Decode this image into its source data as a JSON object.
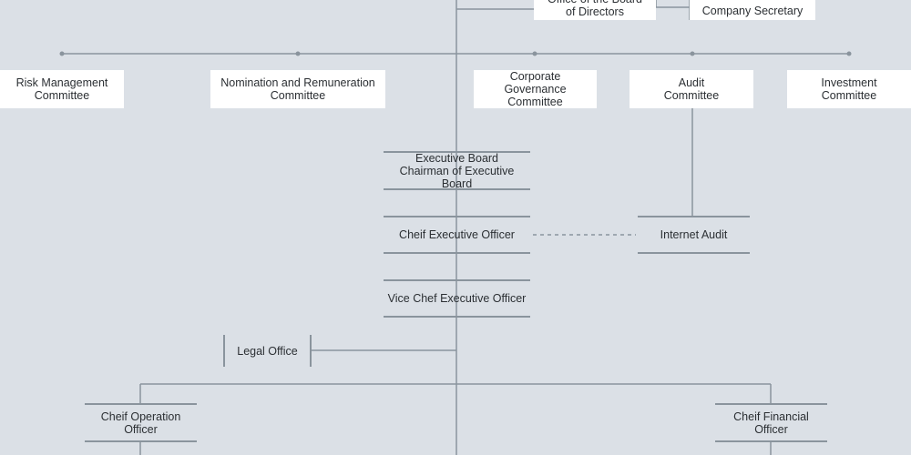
{
  "top": {
    "office_board": "Office of the Board\nof Directors",
    "company_secretary": "Company Secretary"
  },
  "committees": {
    "risk": "Risk Management\nCommittee",
    "nomination": "Nomination and Remuneration\nCommittee",
    "governance": "Corporate Governance\nCommittee",
    "audit": "Audit\nCommittee",
    "investment": "Investment\nCommittee"
  },
  "executive": {
    "board": "Executive Board\nChairman of Executive Board",
    "ceo": "Cheif Executive Officer",
    "internal_audit": "Internet Audit",
    "vice_ceo": "Vice Chef Executive Officer",
    "legal": "Legal Office",
    "coo": "Cheif Operation\nOfficer",
    "cfo": "Cheif Financial\nOfficer"
  },
  "colors": {
    "background": "#dbe0e6",
    "line": "#8a949d",
    "box": "#ffffff"
  }
}
